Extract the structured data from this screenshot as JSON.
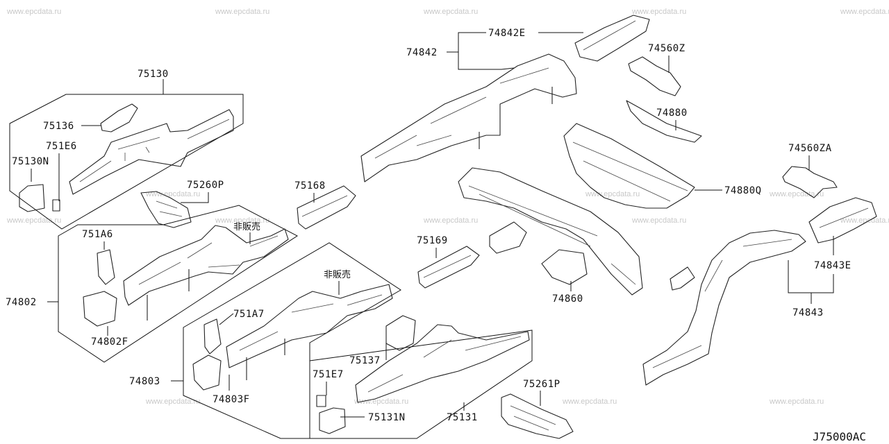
{
  "diagram_code": "J75000AC",
  "watermark": "www.epcdata.ru",
  "not_for_sale_label": "非販売",
  "parts": {
    "p75130": "75130",
    "p75136": "75136",
    "p751E6": "751E6",
    "p75130N": "75130N",
    "p75260P": "75260P",
    "p751A6": "751A6",
    "p74802": "74802",
    "p74802F": "74802F",
    "p75168": "75168",
    "p74842": "74842",
    "p74842E": "74842E",
    "p74560Z": "74560Z",
    "p74880": "74880",
    "p74880Q": "74880Q",
    "p74560ZA": "74560ZA",
    "p751A7": "751A7",
    "p74803": "74803",
    "p74803F": "74803F",
    "p75137": "75137",
    "p751E7": "751E7",
    "p75131N": "75131N",
    "p75131": "75131",
    "p75261P": "75261P",
    "p75169": "75169",
    "p74860": "74860",
    "p74843E": "74843E",
    "p74843": "74843"
  }
}
